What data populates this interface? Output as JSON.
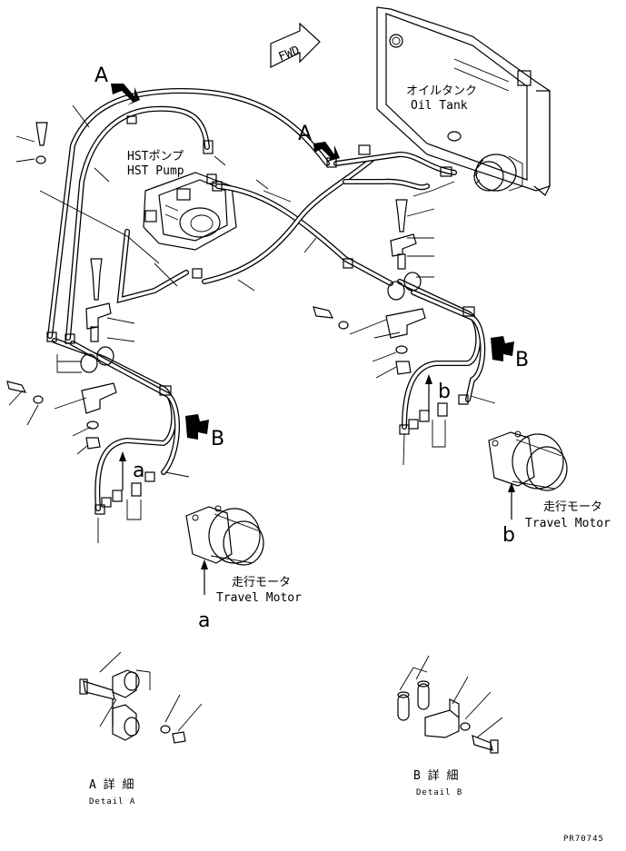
{
  "labels": {
    "fwd": "FWD",
    "oil_tank_jp": "オイルタンク",
    "oil_tank_en": "Oil Tank",
    "hst_pump_jp": "HSTポンプ",
    "hst_pump_en": "HST Pump",
    "travel_motor_jp": "走行モータ",
    "travel_motor_en": "Travel Motor",
    "view_a": "A",
    "view_b": "B",
    "ref_a": "a",
    "ref_b": "b",
    "detail_a_jp": "A 詳 細",
    "detail_a_en": "Detail A",
    "detail_b_jp": "B 詳 細",
    "detail_b_en": "Detail B",
    "drawing_no": "PR70745"
  }
}
